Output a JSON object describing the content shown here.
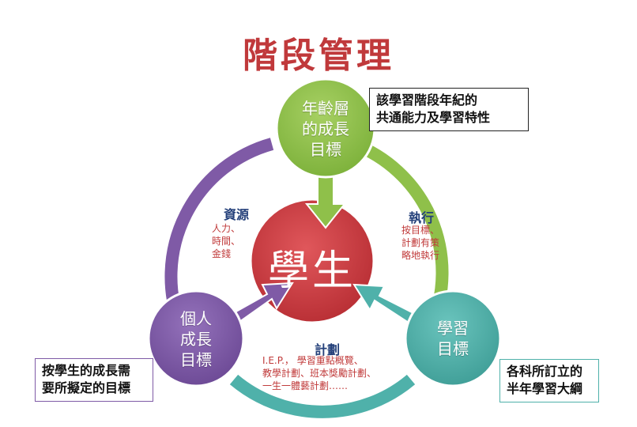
{
  "title": "階段管理",
  "center": {
    "label": "學生",
    "color": "#c9373c"
  },
  "nodes": {
    "top": {
      "lines": [
        "年齡層",
        "的成長",
        "目標"
      ],
      "color": "#8fc04a"
    },
    "left": {
      "lines": [
        "個人",
        "成長",
        "目標"
      ],
      "color": "#7f5aa6"
    },
    "right": {
      "lines": [
        "學習",
        "目標"
      ],
      "color": "#4fb1aa"
    }
  },
  "callouts": {
    "top": [
      "該學習階段年紀的",
      "共通能力及學習特性"
    ],
    "left": [
      "按學生的成長需",
      "要所擬定的目標"
    ],
    "right": [
      "各科所訂立的",
      "半年學習大綱"
    ]
  },
  "sections": {
    "resources": {
      "title": "資源",
      "lines": [
        "人力、",
        "時間、",
        "金錢"
      ]
    },
    "execution": {
      "title": "執行",
      "lines": [
        "按目標、",
        "計劃有策",
        "略地執行"
      ]
    },
    "plan": {
      "title": "計劃",
      "lines": [
        "I.E.P.， 學習重點概覽、",
        "教學計劃、班本獎勵計劃、",
        "一生一體藝計劃……"
      ]
    }
  },
  "colors": {
    "ring_top_right": "#8fc04a",
    "ring_left": "#7f5aa6",
    "ring_bottom": "#4fb1aa",
    "box_border_top": "#222222",
    "box_border_left": "#7f5aa6",
    "box_border_right": "#4fb1aa",
    "arrow_top": "#8fc04a",
    "arrow_left": "#7f5aa6",
    "arrow_right": "#4fb1aa"
  }
}
